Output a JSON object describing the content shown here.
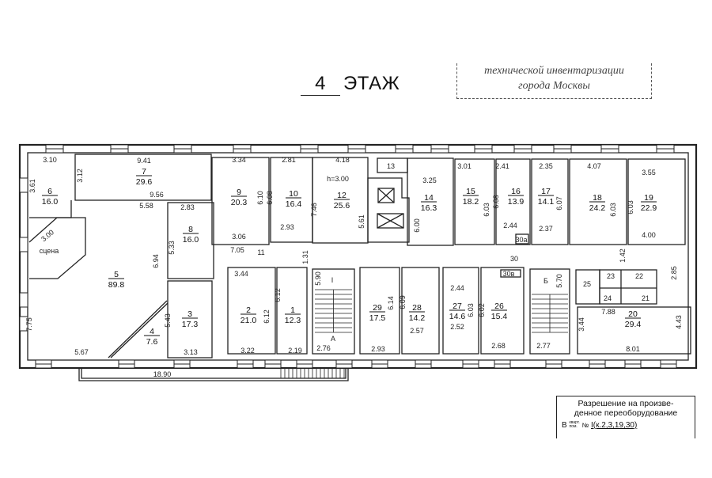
{
  "header": {
    "floor_number": "4",
    "floor_label": "ЭТАЖ"
  },
  "stamp": {
    "line1": "технической инвентаризации",
    "line2": "города Москвы"
  },
  "rooms": [
    {
      "number": "1",
      "area": "12.3"
    },
    {
      "number": "2",
      "area": "21.0"
    },
    {
      "number": "3",
      "area": "17.3"
    },
    {
      "number": "4",
      "area": "7.6"
    },
    {
      "number": "5",
      "area": "89.8"
    },
    {
      "number": "6",
      "area": "16.0"
    },
    {
      "number": "7",
      "area": "29.6"
    },
    {
      "number": "8",
      "area": "16.0"
    },
    {
      "number": "9",
      "area": "20.3"
    },
    {
      "number": "10",
      "area": "16.4"
    },
    {
      "number": "12",
      "area": "25.6"
    },
    {
      "number": "14",
      "area": "16.3"
    },
    {
      "number": "15",
      "area": "18.2"
    },
    {
      "number": "16",
      "area": "13.9"
    },
    {
      "number": "17",
      "area": "14.1"
    },
    {
      "number": "18",
      "area": "24.2"
    },
    {
      "number": "19",
      "area": "22.9"
    },
    {
      "number": "20",
      "area": "29.4"
    },
    {
      "number": "26",
      "area": "15.4"
    },
    {
      "number": "27",
      "area": "14.6"
    },
    {
      "number": "28",
      "area": "14.2"
    },
    {
      "number": "29",
      "area": "17.5"
    }
  ],
  "labels": [
    "11",
    "13",
    "30",
    "25",
    "21",
    "22",
    "23",
    "24",
    "30a",
    "30в",
    "I",
    "A",
    "Б",
    "сцена",
    "h=3.00"
  ],
  "dimensions": [
    "3.10",
    "3.61",
    "3.12",
    "9.41",
    "9.56",
    "5.58",
    "2.83",
    "3.00",
    "6.94",
    "5.33",
    "7.75",
    "5.67",
    "5.43",
    "3.13",
    "18.90",
    "3.34",
    "6.10",
    "3.06",
    "7.05",
    "2.81",
    "6.08",
    "2.93",
    "7.46",
    "4.18",
    "5.61",
    "3.25",
    "6.00",
    "1.31",
    "3.44",
    "6.12",
    "6.12",
    "3.22",
    "2.19",
    "5.90",
    "2.76",
    "6.14",
    "2.93",
    "6.09",
    "2.57",
    "3.01",
    "2.41",
    "2.35",
    "4.07",
    "3.55",
    "6.03",
    "6.08",
    "6.07",
    "6.03",
    "6.03",
    "2.44",
    "2.37",
    "4.00",
    "1.42",
    "2.85",
    "2.44",
    "6.03",
    "2.52",
    "6.02",
    "2.68",
    "5.70",
    "2.77",
    "7.88",
    "3.44",
    "4.43",
    "8.01"
  ],
  "permit": {
    "line1": "Разрешение на произве-",
    "line2": "денное переоборудование",
    "prefix": "В",
    "abbr_top": "кварт.",
    "abbr_bottom": "пом.",
    "no": "№",
    "value": "I(к.2,3,19,30)"
  }
}
